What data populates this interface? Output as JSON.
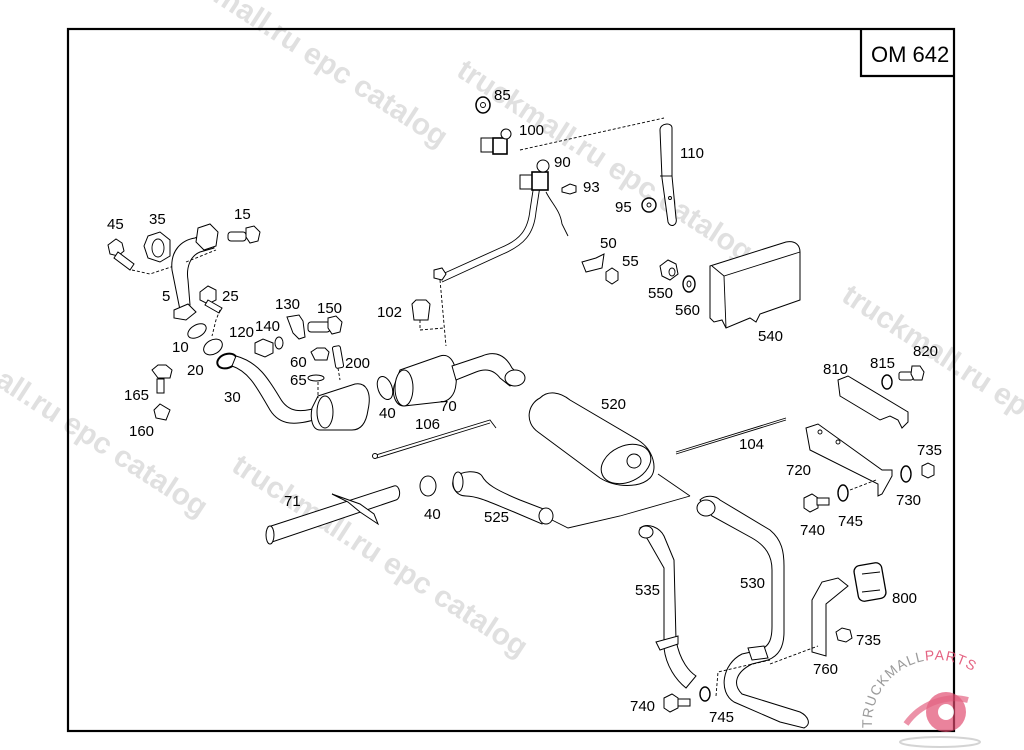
{
  "diagram": {
    "title": "OM 642",
    "subject": "Exhaust system parts diagram",
    "callouts": {
      "c5": "5",
      "c10": "10",
      "c15": "15",
      "c20": "20",
      "c25": "25",
      "c30": "30",
      "c35": "35",
      "c40a": "40",
      "c40b": "40",
      "c45": "45",
      "c50": "50",
      "c55": "55",
      "c60": "60",
      "c65": "65",
      "c70": "70",
      "c71": "71",
      "c85": "85",
      "c90": "90",
      "c93": "93",
      "c95": "95",
      "c100": "100",
      "c102": "102",
      "c104": "104",
      "c106": "106",
      "c110": "110",
      "c120": "120",
      "c130": "130",
      "c140": "140",
      "c150": "150",
      "c160": "160",
      "c165": "165",
      "c200": "200",
      "c520": "520",
      "c525": "525",
      "c530": "530",
      "c535": "535",
      "c540": "540",
      "c550": "550",
      "c560": "560",
      "c720": "720",
      "c730": "730",
      "c735a": "735",
      "c735b": "735",
      "c740a": "740",
      "c740b": "740",
      "c745a": "745",
      "c745b": "745",
      "c760": "760",
      "c800": "800",
      "c810": "810",
      "c815": "815",
      "c820": "820"
    }
  },
  "watermarks": {
    "w1": "truckmall.ru epc catalog",
    "w2": "truckmall.ru epc catalog",
    "w3": "truckmall.ru epc catalog",
    "w4": "truckmall.ru epc catalog",
    "w5": "truckmall.ru epc catalog"
  },
  "logo": {
    "brand_part1": "TRUCKMALL",
    "brand_part2": "PARTS",
    "accent_color": "#e04a6e",
    "gray_color": "#8a8a8a"
  }
}
